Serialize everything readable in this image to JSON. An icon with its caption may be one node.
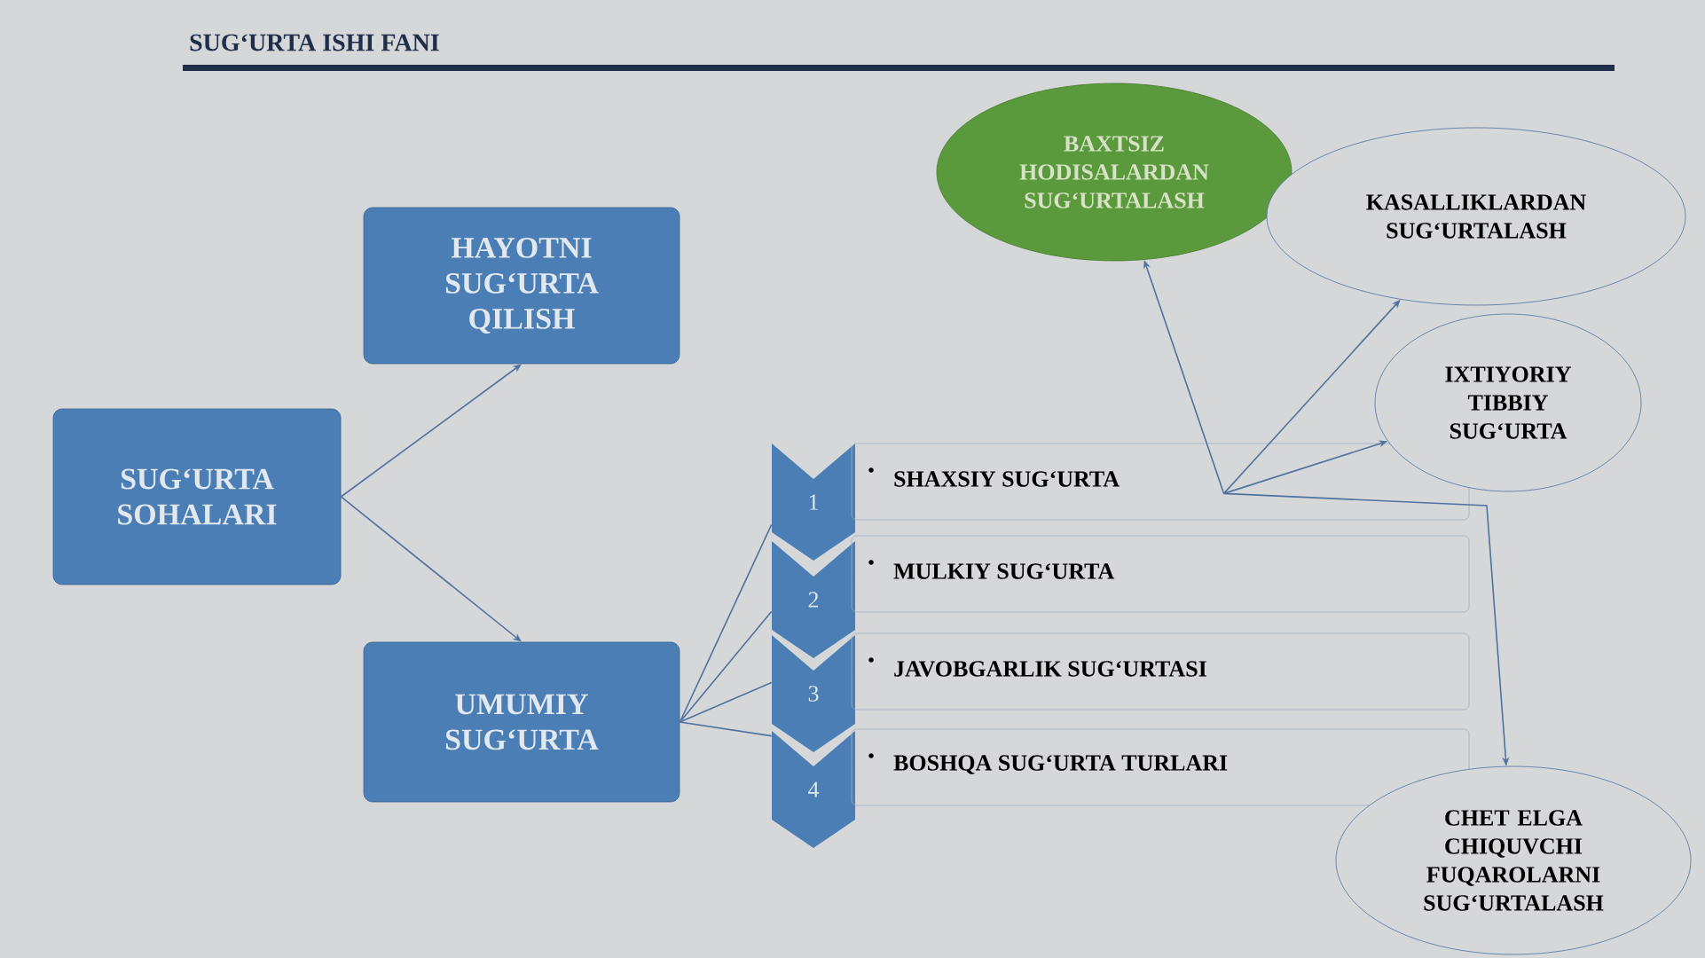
{
  "diagram": {
    "title": "SUG‘URTA ISHI FANI",
    "nodes": [
      {
        "text": [
          "SUG‘URTA SOHALARI"
        ]
      },
      {
        "text": [
          "HAYOTNI SUG‘URTA QILISH"
        ]
      },
      {
        "text": [
          "UMUMIY SUG‘URTA"
        ]
      },
      {
        "text": [
          "1"
        ]
      },
      {
        "text": [
          "SHAXSIY SUG‘URTA"
        ]
      },
      {
        "text": [
          "2"
        ]
      },
      {
        "text": [
          "MULKIY SUG‘URTA"
        ]
      },
      {
        "text": [
          "3"
        ]
      },
      {
        "text": [
          "JAVOBGARLIK SUG‘URTASI"
        ]
      },
      {
        "text": [
          "4"
        ]
      },
      {
        "text": [
          "BOSHQA SUG‘URTA TURLARI"
        ]
      },
      {
        "text": [
          "BAXTSIZ HODISALARDAN SUG‘URTALASH"
        ]
      },
      {
        "text": [
          "KASALLIKLARDAN SUG‘URTALASH"
        ]
      },
      {
        "text": [
          "IXTIYORIY TIBBIY SUG‘URTA"
        ]
      },
      {
        "text": [
          "CHET ELGA CHIQUVCHI FUQAROLARNI SUG‘URTALASH"
        ]
      }
    ],
    "edges": [
      {
        "from": 0,
        "to": 1,
        "arrow": "to"
      },
      {
        "from": 0,
        "to": 2,
        "arrow": "to"
      },
      {
        "from": 2,
        "to": 3,
        "arrow": "none"
      },
      {
        "from": 2,
        "to": 5,
        "arrow": "none"
      },
      {
        "from": 2,
        "to": 7,
        "arrow": "none"
      },
      {
        "from": 2,
        "to": 9,
        "arrow": "none"
      },
      {
        "from": 4,
        "to": 11,
        "arrow": "to"
      },
      {
        "from": 4,
        "to": 12,
        "arrow": "to"
      },
      {
        "from": 4,
        "to": 13,
        "arrow": "to"
      },
      {
        "from": 4,
        "to": 14,
        "arrow": "to"
      }
    ]
  }
}
